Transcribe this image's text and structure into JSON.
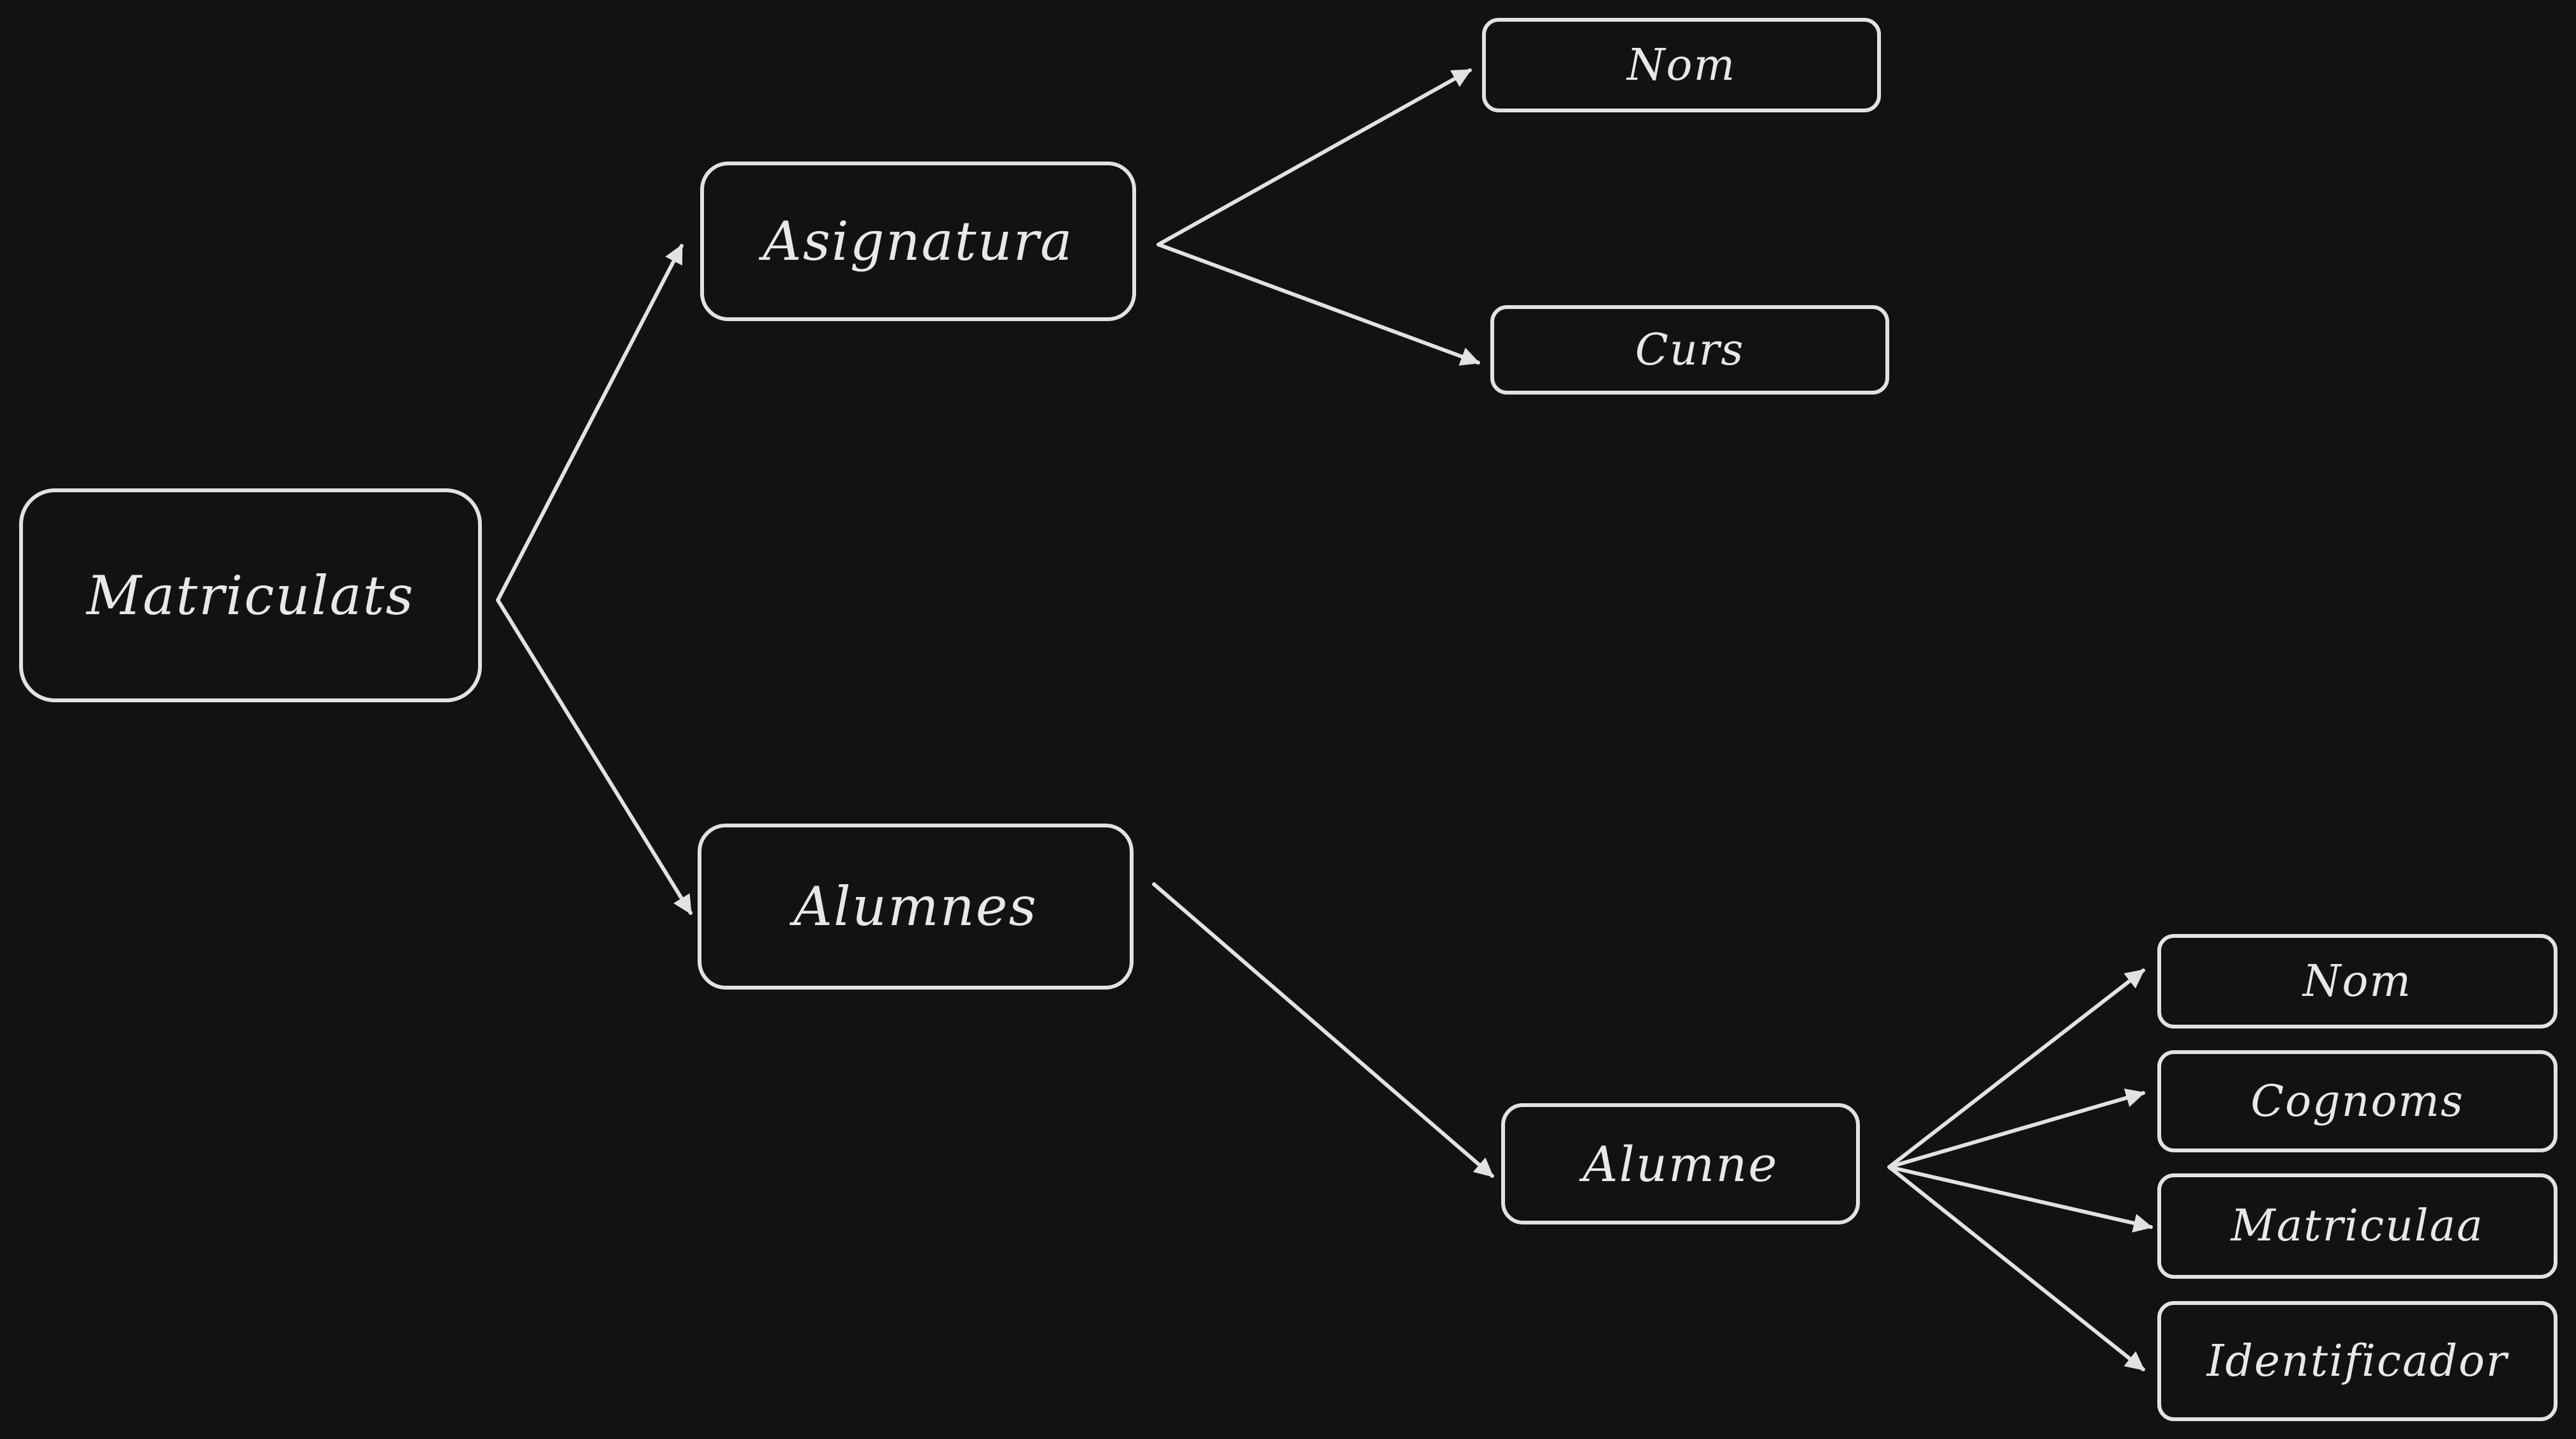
{
  "diagram": {
    "nodes": {
      "matriculats": "Matriculats",
      "asignatura": "Asignatura",
      "alumnes": "Alumnes",
      "alumne": "Alumne",
      "asig_nom": "Nom",
      "asig_curs": "Curs",
      "alum_nom": "Nom",
      "alum_cognoms": "Cognoms",
      "alum_matricula": "Matriculaa",
      "alum_identificador": "Identificador"
    },
    "colors": {
      "background": "#121212",
      "stroke": "#e2e2e2",
      "text": "#e8e8e8"
    }
  }
}
